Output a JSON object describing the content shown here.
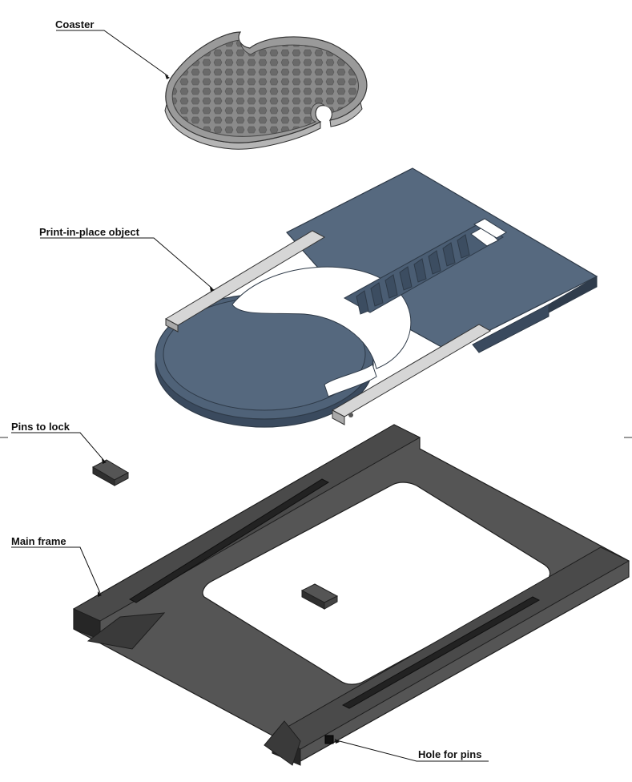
{
  "labels": {
    "coaster": "Coaster",
    "print_in_place": "Print-in-place object",
    "pins_to_lock": "Pins to lock",
    "main_frame": "Main frame",
    "hole_for_pins": "Hole for pins"
  },
  "colors": {
    "coaster": "#9a9a9a",
    "print_in_place": "#4a5e78",
    "main_frame": "#3c3c3c",
    "rail": "#c9c9c9",
    "leader": "#111111"
  }
}
